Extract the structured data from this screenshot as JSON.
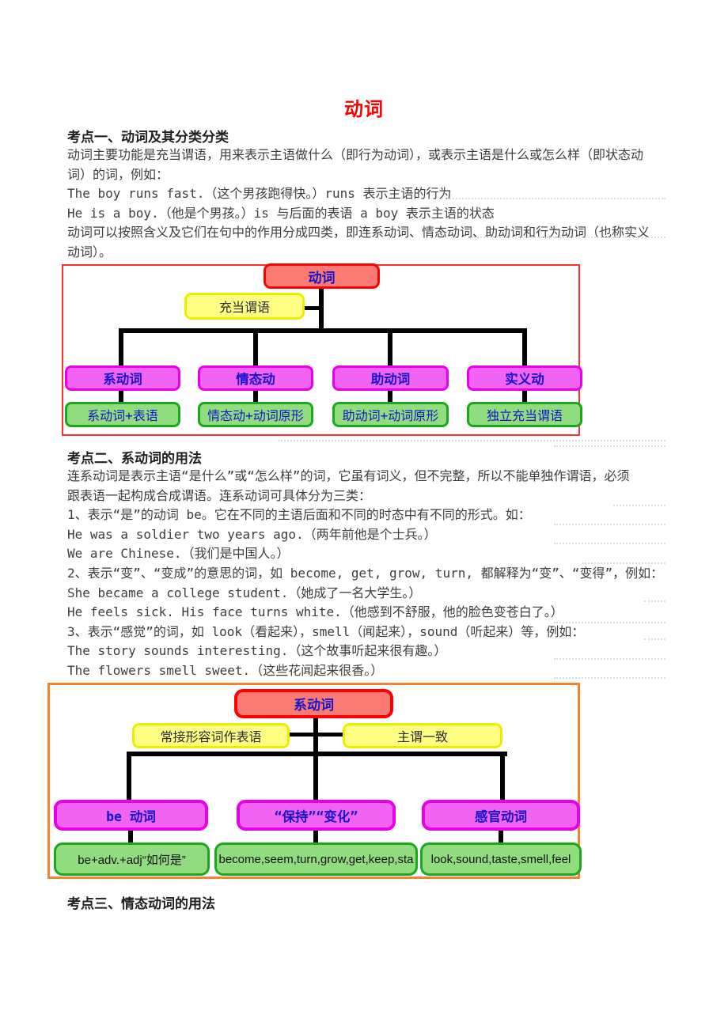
{
  "page": {
    "title": "动词"
  },
  "section1": {
    "heading": "考点一、动词及其分类分类",
    "lines": [
      "动词主要功能是充当谓语，用来表示主语做什么（即行为动词），或表示主语是什么或怎么样（即状态动",
      "词）的词，例如：",
      "The boy runs fast.（这个男孩跑得快。）runs 表示主语的行为",
      "He is a boy.（他是个男孩。）is 与后面的表语 a boy 表示主语的状态",
      "动词可以按照含义及它们在句中的作用分成四类，即连系动词、情态动词、助动词和行为动词（也称实义",
      "动词）。"
    ]
  },
  "diagram1": {
    "root": "动词",
    "side": "充当谓语",
    "columns": [
      {
        "type": "系动词",
        "rule": "系动词+表语"
      },
      {
        "type": "情态动",
        "rule": "情态动+动词原形"
      },
      {
        "type": "助动词",
        "rule": "助动词+动词原形"
      },
      {
        "type": "实义动",
        "rule": "独立充当谓语"
      }
    ]
  },
  "section2": {
    "heading": "考点二、系动词的用法",
    "lines": [
      "连系动词是表示主语“是什么”或“怎么样”的词，它虽有词义，但不完整，所以不能单独作谓语，必须",
      "跟表语一起构成合成谓语。连系动词可具体分为三类：",
      "1、表示“是”的动词 be。它在不同的主语后面和不同的时态中有不同的形式。如：",
      "He was a soldier two years ago.（两年前他是个士兵。）",
      "We are Chinese.（我们是中国人。）",
      "2、表示“变”、“变成”的意思的词，如 become, get, grow, turn,  都解释为“变”、“变得”，例如：",
      "She became a college student.（她成了一名大学生。）",
      "He feels sick. His face turns white.（他感到不舒服，他的脸色变苍白了。）",
      "3、表示“感觉”的词，如 look（看起来），smell（闻起来），sound（听起来）等，例如：",
      "The story sounds interesting.（这个故事听起来很有趣。）",
      "The flowers smell sweet.（这些花闻起来很香。）"
    ]
  },
  "diagram2": {
    "root": "系动词",
    "side_left": "常接形容词作表语",
    "side_right": "主谓一致",
    "columns": [
      {
        "type": "be 动词",
        "rule": "be+adv.+adj“如何是”"
      },
      {
        "type": "“保持”“变化”",
        "rule": "become,seem,turn,grow,get,keep,sta"
      },
      {
        "type": "感官动词",
        "rule": "look,sound,taste,smell,feel"
      }
    ]
  },
  "section3": {
    "heading": "考点三、情态动词的用法"
  }
}
